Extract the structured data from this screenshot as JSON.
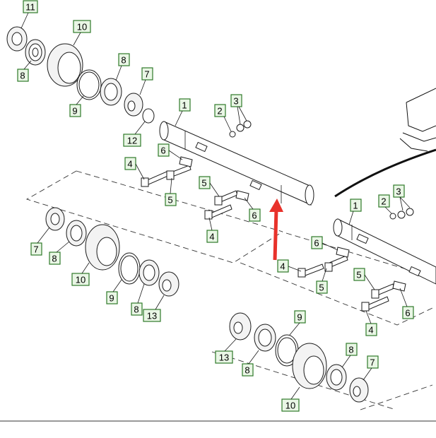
{
  "diagram": {
    "callouts": [
      {
        "id": "c-11-a",
        "label": "11"
      },
      {
        "id": "c-10-a",
        "label": "10"
      },
      {
        "id": "c-8-a",
        "label": "8"
      },
      {
        "id": "c-8-b",
        "label": "8"
      },
      {
        "id": "c-7-a",
        "label": "7"
      },
      {
        "id": "c-9-a",
        "label": "9"
      },
      {
        "id": "c-12-a",
        "label": "12"
      },
      {
        "id": "c-1-a",
        "label": "1"
      },
      {
        "id": "c-2-a",
        "label": "2"
      },
      {
        "id": "c-3-a",
        "label": "3"
      },
      {
        "id": "c-6-a",
        "label": "6"
      },
      {
        "id": "c-4-a",
        "label": "4"
      },
      {
        "id": "c-5-a",
        "label": "5"
      },
      {
        "id": "c-5-b",
        "label": "5"
      },
      {
        "id": "c-6-b",
        "label": "6"
      },
      {
        "id": "c-4-b",
        "label": "4"
      },
      {
        "id": "c-7-b",
        "label": "7"
      },
      {
        "id": "c-8-c",
        "label": "8"
      },
      {
        "id": "c-10-b",
        "label": "10"
      },
      {
        "id": "c-9-b",
        "label": "9"
      },
      {
        "id": "c-8-d",
        "label": "8"
      },
      {
        "id": "c-13-a",
        "label": "13"
      },
      {
        "id": "c-2-b",
        "label": "2"
      },
      {
        "id": "c-3-b",
        "label": "3"
      },
      {
        "id": "c-1-b",
        "label": "1"
      },
      {
        "id": "c-6-c",
        "label": "6"
      },
      {
        "id": "c-4-c",
        "label": "4"
      },
      {
        "id": "c-5-c",
        "label": "5"
      },
      {
        "id": "c-5-d",
        "label": "5"
      },
      {
        "id": "c-6-d",
        "label": "6"
      },
      {
        "id": "c-4-d",
        "label": "4"
      },
      {
        "id": "c-9-c",
        "label": "9"
      },
      {
        "id": "c-13-b",
        "label": "13"
      },
      {
        "id": "c-8-e",
        "label": "8"
      },
      {
        "id": "c-8-f",
        "label": "8"
      },
      {
        "id": "c-7-c",
        "label": "7"
      },
      {
        "id": "c-10-c",
        "label": "10"
      }
    ],
    "colors": {
      "callout_border": "#2f7a2a",
      "callout_fill": "#e9f6e5",
      "arrow": "#e8322b",
      "line": "#1a1a1a"
    }
  }
}
